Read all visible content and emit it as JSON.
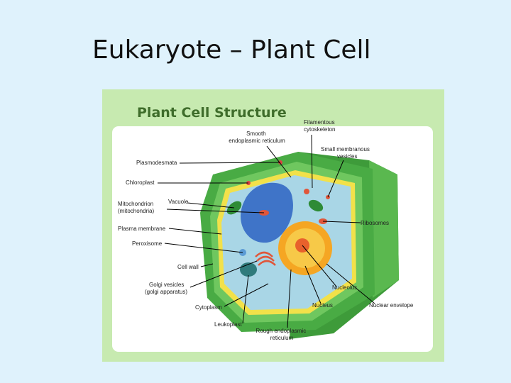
{
  "slide": {
    "title": "Eukaryote – Plant Cell"
  },
  "figure": {
    "title": "Plant Cell Structure",
    "labels": {
      "filamentous": [
        "Filamentous",
        "cytoskeleton"
      ],
      "smooth_er": [
        "Smooth",
        "endoplasmic reticulum"
      ],
      "small_vesicles": [
        "Small membranous",
        "vesicles"
      ],
      "plasmodesmata": [
        "Plasmodesmata"
      ],
      "chloroplast": [
        "Chloroplast"
      ],
      "vacuole": [
        "Vacuole"
      ],
      "mitochondrion": [
        "Mitochondrion",
        "(mitochondria)"
      ],
      "plasma_membrane": [
        "Plasma membrane"
      ],
      "peroxisome": [
        "Peroxisome"
      ],
      "ribosomes": [
        "Ribosomes"
      ],
      "cell_wall": [
        "Cell wall"
      ],
      "golgi": [
        "Golgi vesicles",
        "(golgi apparatus)"
      ],
      "nucleolus": [
        "Nucleolus"
      ],
      "cytoplasm": [
        "Cytoplasm"
      ],
      "nucleus": [
        "Nucleus"
      ],
      "nuclear_envelope": [
        "Nuclear envelope"
      ],
      "leukoplast": [
        "Leukoplast"
      ],
      "rough_er": [
        "Rough endoplasmic",
        "reticulum"
      ]
    }
  }
}
